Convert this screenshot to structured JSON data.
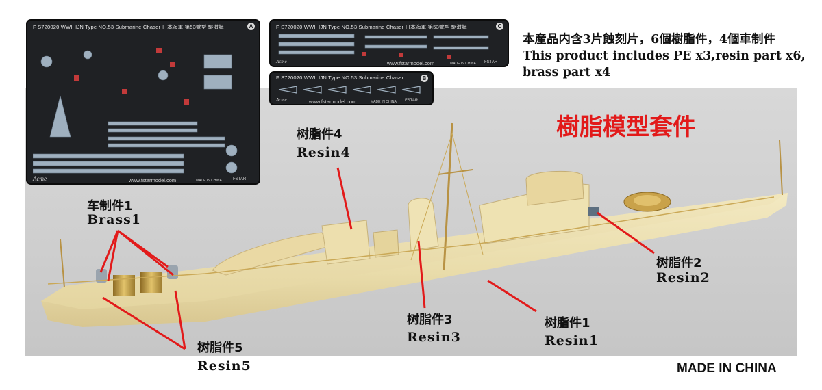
{
  "fret_a": {
    "title": "F S720020 WWII IJN Type NO.53 Submarine Chaser 日本海軍 第53號型 駆潜艇",
    "letter": "A",
    "brand": "Acme",
    "url": "www.fstarmodel.com",
    "origin": "MADE IN CHINA",
    "maker": "FSTAR"
  },
  "fret_c": {
    "title": "F S720020 WWII IJN Type NO.53 Submarine Chaser 日本海軍 第53號型 駆潜艇",
    "letter": "C",
    "brand": "Acme",
    "url": "www.fstarmodel.com",
    "origin": "MADE IN CHINA",
    "maker": "FSTAR"
  },
  "fret_b": {
    "title": "F S720020 WWII IJN Type NO.53 Submarine Chaser",
    "letter": "B",
    "brand": "Acme",
    "url": "www.fstarmodel.com",
    "origin": "MADE IN CHINA",
    "maker": "FSTAR"
  },
  "product": {
    "line_cn": "本産品内含3片蝕刻片，6個樹脂件，4個車制件",
    "line_en_1": "This product includes PE x3,resin part x6,",
    "line_en_2": "brass part x4"
  },
  "kit_title": "樹脂模型套件",
  "labels": {
    "resin4_cn": "树脂件4",
    "resin4_en": "Resin4",
    "brass1_cn": "车制件1",
    "brass1_en": "Brass1",
    "resin2_cn": "树脂件2",
    "resin2_en": "Resin2",
    "resin3_cn": "树脂件3",
    "resin3_en": "Resin3",
    "resin1_cn": "树脂件1",
    "resin1_en": "Resin1",
    "resin5_cn": "树脂件5",
    "resin5_en": "Resin5"
  },
  "footer": "MADE IN CHINA",
  "colors": {
    "callout_red": "#e21a1a",
    "resin": "#efe3b5",
    "brass": "#c9a24a",
    "fret": "#1f2124"
  }
}
